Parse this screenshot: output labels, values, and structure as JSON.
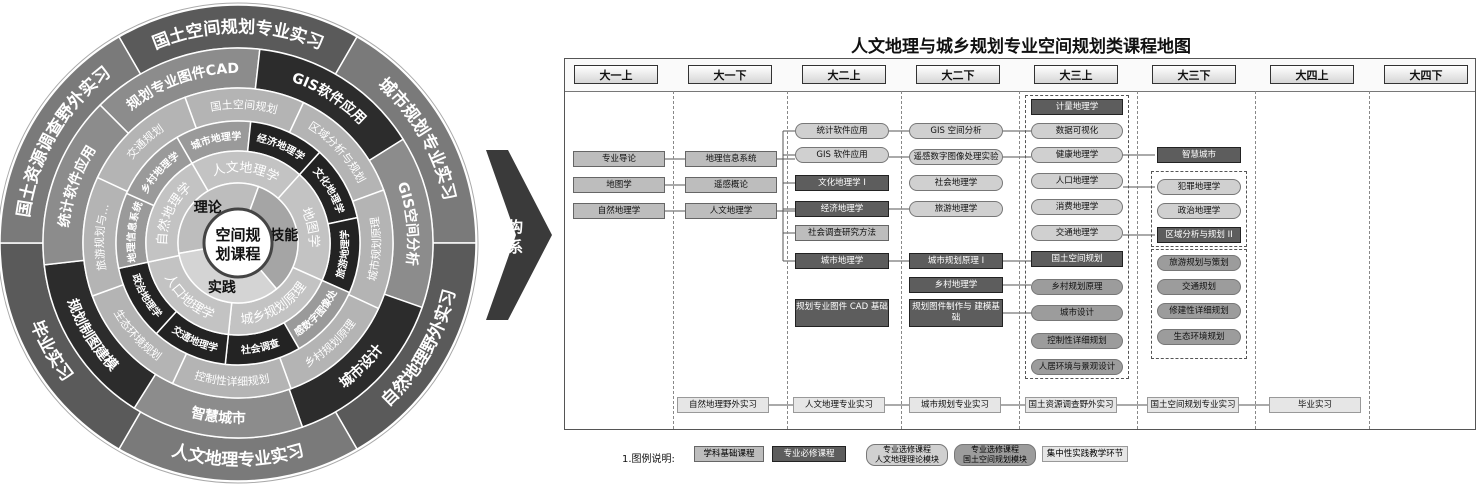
{
  "wheel": {
    "center": {
      "line1": "空间规",
      "line2": "划课程"
    },
    "inner_sectors": [
      "理论",
      "技能",
      "实践"
    ],
    "ring1": [
      {
        "text": "人文地理学"
      },
      {
        "text": "地图学"
      },
      {
        "text": "城乡规划原理"
      },
      {
        "text": "人口地理学"
      },
      {
        "text": "自然地理学"
      }
    ],
    "ring2": [
      {
        "text": "城市地理学",
        "dark": false
      },
      {
        "text": "经济地理学",
        "dark": true
      },
      {
        "text": "文化地理学",
        "dark": true
      },
      {
        "text": "旅游地理学",
        "dark": true
      },
      {
        "text": "遥感数字图像处理",
        "dark": false
      },
      {
        "text": "社会调查",
        "dark": true
      },
      {
        "text": "交通地理学",
        "dark": true
      },
      {
        "text": "政治地理学",
        "dark": true
      },
      {
        "text": "地理信息系统",
        "dark": false
      },
      {
        "text": "乡村地理学",
        "dark": false
      }
    ],
    "ring3": [
      {
        "text": "国土空间规划",
        "dark": false
      },
      {
        "text": "区域分析与规划",
        "dark": false
      },
      {
        "text": "城市规划原理",
        "dark": false
      },
      {
        "text": "乡村规划原理",
        "dark": false
      },
      {
        "text": "控制性详细规划",
        "dark": false
      },
      {
        "text": "生态环境规划",
        "dark": false
      },
      {
        "text": "旅游规划与…",
        "dark": false
      },
      {
        "text": "交通规划",
        "dark": false
      }
    ],
    "ring4": [
      {
        "text": "规划专业图件CAD",
        "dark": false
      },
      {
        "text": "GIS软件应用",
        "dark": true
      },
      {
        "text": "GIS空间分析",
        "dark": false
      },
      {
        "text": "城市设计",
        "dark": true
      },
      {
        "text": "智慧城市",
        "dark": false
      },
      {
        "text": "规划制图建模",
        "dark": true
      },
      {
        "text": "统计软件应用",
        "dark": false
      }
    ],
    "ring5": [
      {
        "text": "国土空间规划专业实习"
      },
      {
        "text": "城市规划专业实习"
      },
      {
        "text": "自然地理野外实习"
      },
      {
        "text": "人文地理专业实习"
      },
      {
        "text": "毕业实习"
      },
      {
        "text": "国土资源调查野外实习"
      }
    ]
  },
  "arrow": {
    "line1": "重构",
    "line2": "体系"
  },
  "map": {
    "title": "人文地理与城乡规划专业空间规划类课程地图",
    "semesters": [
      "大一上",
      "大一下",
      "大二上",
      "大二下",
      "大三上",
      "大三下",
      "大四上",
      "大四下"
    ],
    "courses": [
      {
        "id": "c1",
        "type": "basic",
        "text": "专业导论"
      },
      {
        "id": "c2",
        "type": "basic",
        "text": "地图学"
      },
      {
        "id": "c3",
        "type": "basic",
        "text": "自然地理学"
      },
      {
        "id": "c4",
        "type": "basic",
        "text": "地理信息系统"
      },
      {
        "id": "c5",
        "type": "basic",
        "text": "遥感概论"
      },
      {
        "id": "c6",
        "type": "basic",
        "text": "人文地理学"
      },
      {
        "id": "c7",
        "type": "opt",
        "text": "统计软件应用"
      },
      {
        "id": "c8",
        "type": "opt",
        "text": "GIS 软件应用"
      },
      {
        "id": "c9",
        "type": "core",
        "text": "文化地理学 I"
      },
      {
        "id": "c10",
        "type": "core",
        "text": "经济地理学"
      },
      {
        "id": "c11",
        "type": "basic",
        "text": "社会调查研究方法"
      },
      {
        "id": "c12",
        "type": "core",
        "text": "城市地理学"
      },
      {
        "id": "c13",
        "type": "core",
        "text": "规划专业图件 CAD 基础"
      },
      {
        "id": "c14",
        "type": "opt",
        "text": "GIS 空间分析"
      },
      {
        "id": "c15",
        "type": "opt",
        "text": "遥感数字图像处理实验"
      },
      {
        "id": "c16",
        "type": "opt",
        "text": "社会地理学"
      },
      {
        "id": "c17",
        "type": "opt",
        "text": "旅游地理学"
      },
      {
        "id": "c18",
        "type": "core",
        "text": "城市规划原理 I"
      },
      {
        "id": "c19",
        "type": "core",
        "text": "乡村地理学"
      },
      {
        "id": "c20",
        "type": "core",
        "text": "规划图件制作与 建模基础"
      },
      {
        "id": "c21",
        "type": "core",
        "text": "计量地理学"
      },
      {
        "id": "c22",
        "type": "opt",
        "text": "数据可视化"
      },
      {
        "id": "c23",
        "type": "opt",
        "text": "健康地理学"
      },
      {
        "id": "c24",
        "type": "opt",
        "text": "人口地理学"
      },
      {
        "id": "c25",
        "type": "opt",
        "text": "消费地理学"
      },
      {
        "id": "c26",
        "type": "opt",
        "text": "交通地理学"
      },
      {
        "id": "c27",
        "type": "core",
        "text": "国土空间规划"
      },
      {
        "id": "c28",
        "type": "optdark",
        "text": "乡村规划原理"
      },
      {
        "id": "c29",
        "type": "optdark",
        "text": "城市设计"
      },
      {
        "id": "c30",
        "type": "optdark",
        "text": "控制性详细规划"
      },
      {
        "id": "c31",
        "type": "optdark",
        "text": "人居环境与景观设计"
      },
      {
        "id": "c32",
        "type": "core",
        "text": "智慧城市"
      },
      {
        "id": "c33",
        "type": "opt",
        "text": "犯罪地理学"
      },
      {
        "id": "c34",
        "type": "opt",
        "text": "政治地理学"
      },
      {
        "id": "c35",
        "type": "core",
        "text": "区域分析与规划 II"
      },
      {
        "id": "c36",
        "type": "optdark",
        "text": "旅游规划与策划"
      },
      {
        "id": "c37",
        "type": "optdark",
        "text": "交通规划"
      },
      {
        "id": "c38",
        "type": "optdark",
        "text": "修建性详细规划"
      },
      {
        "id": "c39",
        "type": "optdark",
        "text": "生态环境规划"
      }
    ],
    "practice": [
      "自然地理野外实习",
      "人文地理专业实习",
      "城市规划专业实习",
      "国土资源调查野外实习",
      "国土空间规划专业实习",
      "毕业实习"
    ]
  },
  "legend": {
    "title": "1.图例说明:",
    "items": [
      {
        "type": "basic",
        "text": "学科基础课程"
      },
      {
        "type": "core",
        "text": "专业必修课程"
      },
      {
        "type": "opt",
        "line1": "专业选修课程",
        "line2": "人文地理理论模块"
      },
      {
        "type": "optdark",
        "line1": "专业选修课程",
        "line2": "国土空间规划模块"
      },
      {
        "type": "prac",
        "text": "集中性实践教学环节"
      }
    ]
  }
}
